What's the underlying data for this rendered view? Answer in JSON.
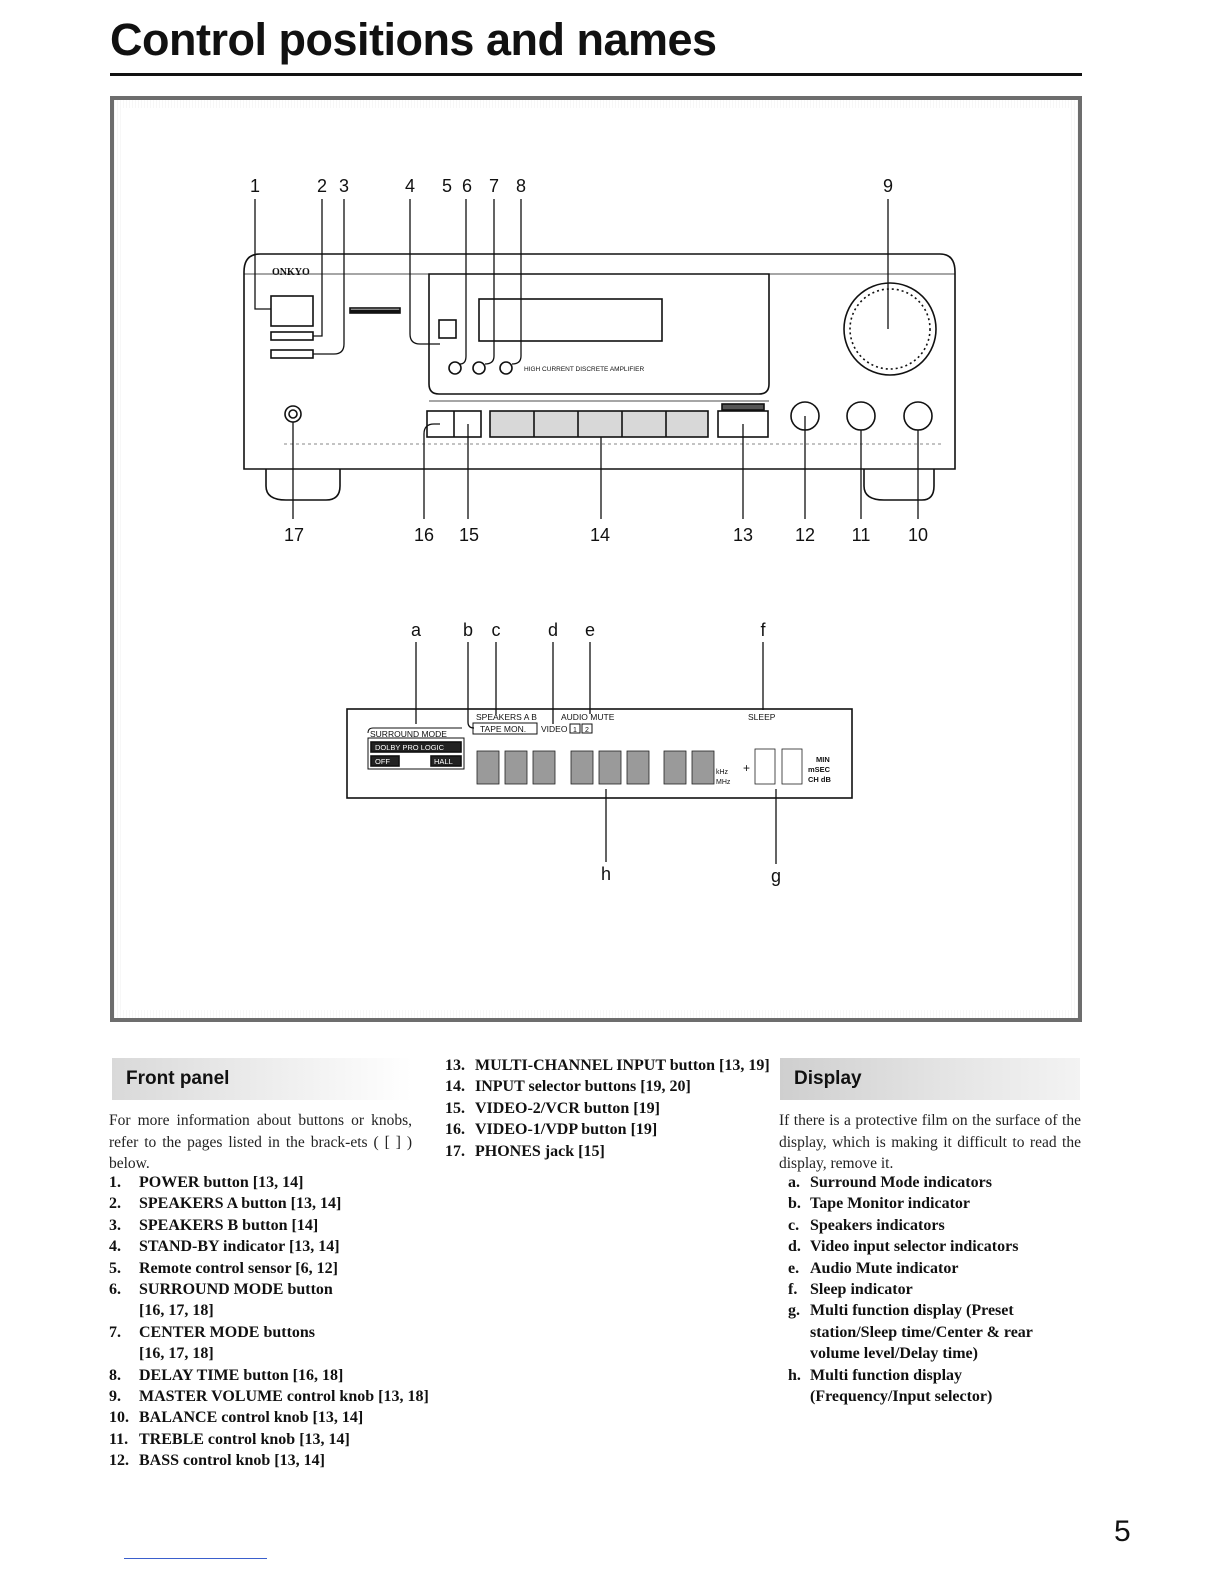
{
  "page": {
    "title": "Control positions and names",
    "page_number": "5"
  },
  "front_view": {
    "brand": "ONKYO",
    "callouts_top": [
      "1",
      "2",
      "3",
      "4",
      "5",
      "6",
      "7",
      "8",
      "9"
    ],
    "callouts_bottom": [
      "17",
      "16",
      "15",
      "14",
      "13",
      "12",
      "11",
      "10"
    ],
    "panel_text": "HIGH CURRENT DISCRETE AMPLIFIER"
  },
  "display_view": {
    "callouts_top": [
      "a",
      "b",
      "c",
      "d",
      "e",
      "f"
    ],
    "callouts_bottom": [
      "h",
      "g"
    ],
    "labels": {
      "speakers": "SPEAKERS  A  B",
      "audio_mute": "AUDIO MUTE",
      "sleep": "SLEEP",
      "surround_mode": "SURROUND MODE",
      "tape_mon": "TAPE MON.",
      "video": "VIDEO",
      "video_1": "1",
      "video_2": "2",
      "dolby": "DOLBY PRO LOGIC",
      "off": "OFF",
      "hall": "HALL",
      "khz": "kHz",
      "mhz": "MHz",
      "min": "MIN",
      "msec": "mSEC",
      "chdb": "CH dB",
      "plus": "+"
    }
  },
  "front_panel": {
    "heading": "Front panel",
    "intro": "For more information about buttons or knobs, refer to the pages listed in the brack-ets ( [   ] ) below.",
    "items": [
      {
        "num": "1.",
        "text": "POWER button [13, 14]"
      },
      {
        "num": "2.",
        "text": "SPEAKERS A button [13, 14]"
      },
      {
        "num": "3.",
        "text": "SPEAKERS B button [14]"
      },
      {
        "num": "4.",
        "text": "STAND-BY indicator [13, 14]"
      },
      {
        "num": "5.",
        "text": "Remote control sensor [6, 12]"
      },
      {
        "num": "6.",
        "text": "SURROUND MODE button [16, 17, 18]"
      },
      {
        "num": "7.",
        "text": "CENTER MODE buttons [16, 17, 18]"
      },
      {
        "num": "8.",
        "text": "DELAY TIME button [16, 18]"
      },
      {
        "num": "9.",
        "text": "MASTER VOLUME control knob [13, 18]"
      },
      {
        "num": "10.",
        "text": "BALANCE control knob [13, 14]"
      },
      {
        "num": "11.",
        "text": "TREBLE control knob [13, 14]"
      },
      {
        "num": "12.",
        "text": "BASS control knob [13, 14]"
      },
      {
        "num": "13.",
        "text": "MULTI-CHANNEL INPUT button [13, 19]"
      },
      {
        "num": "14.",
        "text": "INPUT selector buttons [19, 20]"
      },
      {
        "num": "15.",
        "text": "VIDEO-2/VCR button [19]"
      },
      {
        "num": "16.",
        "text": "VIDEO-1/VDP button [19]"
      },
      {
        "num": "17.",
        "text": "PHONES jack [15]"
      }
    ]
  },
  "display": {
    "heading": "Display",
    "intro": "If there is a protective film on the surface of the display, which is making it difficult to read the display, remove it.",
    "items": [
      {
        "num": "a.",
        "text": "Surround Mode indicators"
      },
      {
        "num": "b.",
        "text": "Tape Monitor indicator"
      },
      {
        "num": "c.",
        "text": "Speakers indicators"
      },
      {
        "num": "d.",
        "text": "Video input selector indicators"
      },
      {
        "num": "e.",
        "text": "Audio Mute indicator"
      },
      {
        "num": "f.",
        "text": "Sleep indicator"
      },
      {
        "num": "g.",
        "text": "Multi function display (Preset station/Sleep time/Center & rear volume level/Delay time)"
      },
      {
        "num": "h.",
        "text": "Multi function display (Frequency/Input selector)"
      }
    ]
  }
}
